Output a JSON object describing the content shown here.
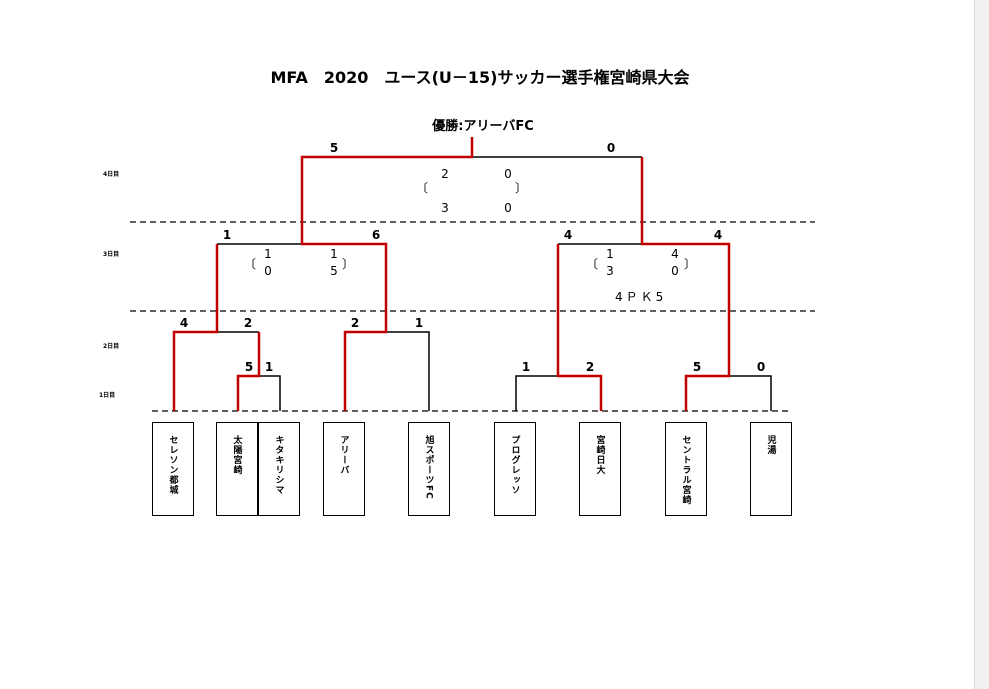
{
  "title": "MFA　2020　ユース(U－15)サッカー選手権宮崎県大会",
  "winner": "優勝:アリーバFC",
  "round_labels": {
    "r4": "4日目",
    "r3": "3日目",
    "r2": "2日目",
    "r1": "1日目"
  },
  "teams": [
    "セレソン都城",
    "太陽宮崎",
    "キタキリシマ",
    "アリーバ",
    "旭スポーツFC",
    "プログレッソ",
    "宮崎日大",
    "セントラル宮崎",
    "児湯"
  ],
  "scores": {
    "final": {
      "left": "5",
      "right": "0"
    },
    "final_detail": {
      "l1": "2",
      "r1": "0",
      "l2": "3",
      "r2": "0"
    },
    "sf1": {
      "left": "1",
      "right": "6"
    },
    "sf1_detail": {
      "l1": "1",
      "r1": "1",
      "l2": "0",
      "r2": "5"
    },
    "sf2": {
      "left": "4",
      "right": "4"
    },
    "sf2_detail": {
      "l1": "1",
      "r1": "4",
      "l2": "3",
      "r2": "0"
    },
    "sf2_pk": "4ＰＫ5",
    "qf1": {
      "left": "4",
      "right": "2"
    },
    "qf2": {
      "left": "2",
      "right": "1"
    },
    "r1a": {
      "left": "5",
      "right": "1"
    },
    "r1b": {
      "left": "1",
      "right": "2"
    },
    "r1c": {
      "left": "5",
      "right": "0"
    }
  },
  "brackets": {
    "open": "〔",
    "close": "〕"
  },
  "colors": {
    "winner_line": "#c00000",
    "line": "#000000"
  }
}
